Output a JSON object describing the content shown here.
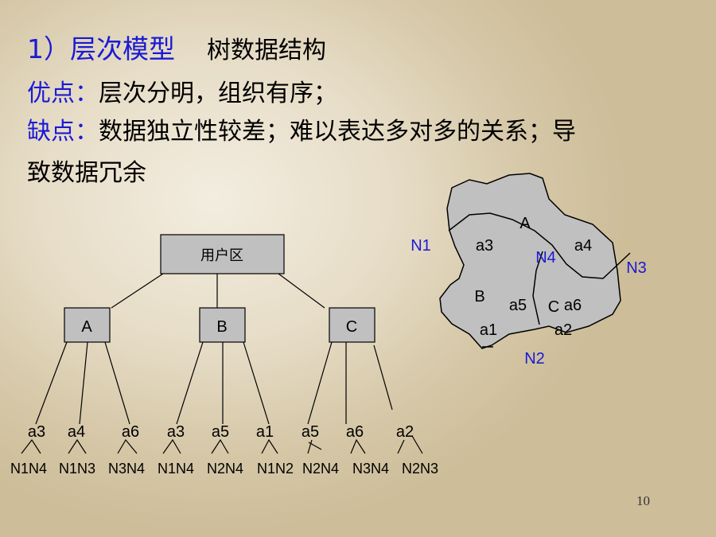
{
  "heading": {
    "number": "1）",
    "title": "层次模型",
    "subtitle": "树数据结构"
  },
  "pros": {
    "label": "优点：",
    "text": "层次分明，组织有序；"
  },
  "cons": {
    "label": "缺点：",
    "text1": "数据独立性较差；难以表达多对多的关系；导",
    "text2": "致数据冗余"
  },
  "tree": {
    "root": "用户区",
    "children": [
      "A",
      "B",
      "C"
    ],
    "leaves": [
      "a3",
      "a4",
      "a6",
      "a3",
      "a5",
      "a1",
      "a5",
      "a6",
      "a2"
    ],
    "node_labels": [
      "N1N4",
      "N1N3",
      "N3N4",
      "N1N4",
      "N2N4",
      "N1N2",
      "N2N4",
      "N3N4",
      "N2N3"
    ]
  },
  "map": {
    "regions": [
      "A",
      "B",
      "C"
    ],
    "arcs": [
      "a3",
      "a4",
      "a5",
      "a6",
      "a1",
      "a2"
    ],
    "nodes": [
      "N1",
      "N2",
      "N3",
      "N4"
    ],
    "node_color": "#1a1ad6",
    "fill_color": "#c0c0c0"
  },
  "page_number": "10"
}
